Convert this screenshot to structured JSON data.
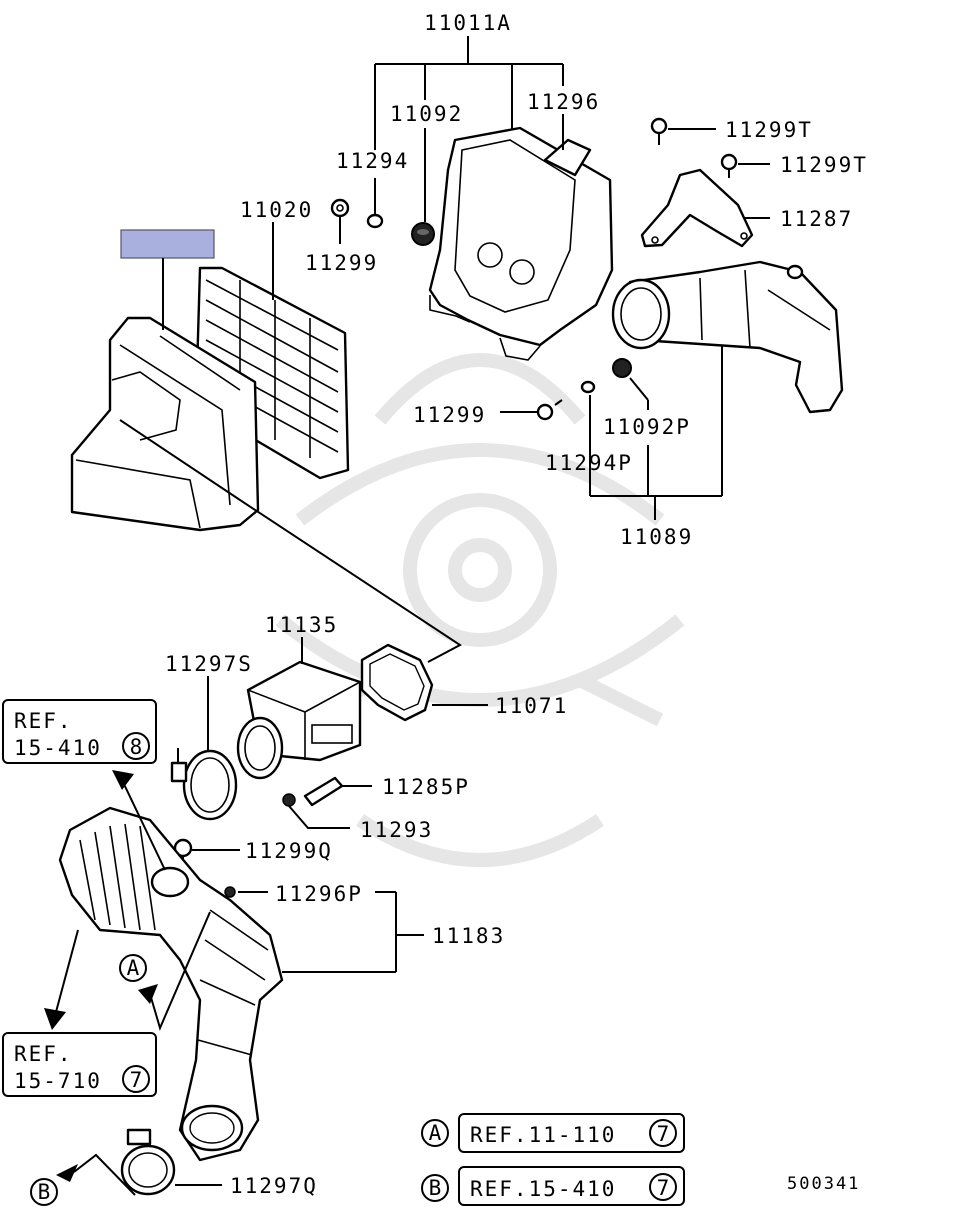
{
  "diagram": {
    "callouts": {
      "p11011A": "11011A",
      "p11092": "11092",
      "p11296": "11296",
      "p11294": "11294",
      "p11299T_a": "11299T",
      "p11299T_b": "11299T",
      "p11020": "11020",
      "p11299_top": "11299",
      "p11287": "11287",
      "p11299_mid": "11299",
      "p11092P": "11092P",
      "p11294P": "11294P",
      "p11089": "11089",
      "p11135": "11135",
      "p11297S": "11297S",
      "p11071": "11071",
      "p11285P": "11285P",
      "p11293": "11293",
      "p11299Q": "11299Q",
      "p11296P": "11296P",
      "p11183": "11183",
      "p11297Q": "11297Q"
    },
    "refs": {
      "ref1_line1": "REF.",
      "ref1_line2": "15-410",
      "ref1_circle": "8",
      "ref2_line1": "REF.",
      "ref2_line2": "15-710",
      "ref2_circle": "7",
      "refA_letter": "A",
      "refA_text": "REF.11-110",
      "refA_circle": "7",
      "refB_letter": "B",
      "refB_text": "REF.15-410",
      "refB_circle": "7",
      "markerA": "A",
      "markerB": "B"
    },
    "diagram_number": "500341",
    "colors": {
      "highlight_box": "#aab0dd",
      "line": "#000000",
      "watermark": "#e6e6e6"
    }
  }
}
